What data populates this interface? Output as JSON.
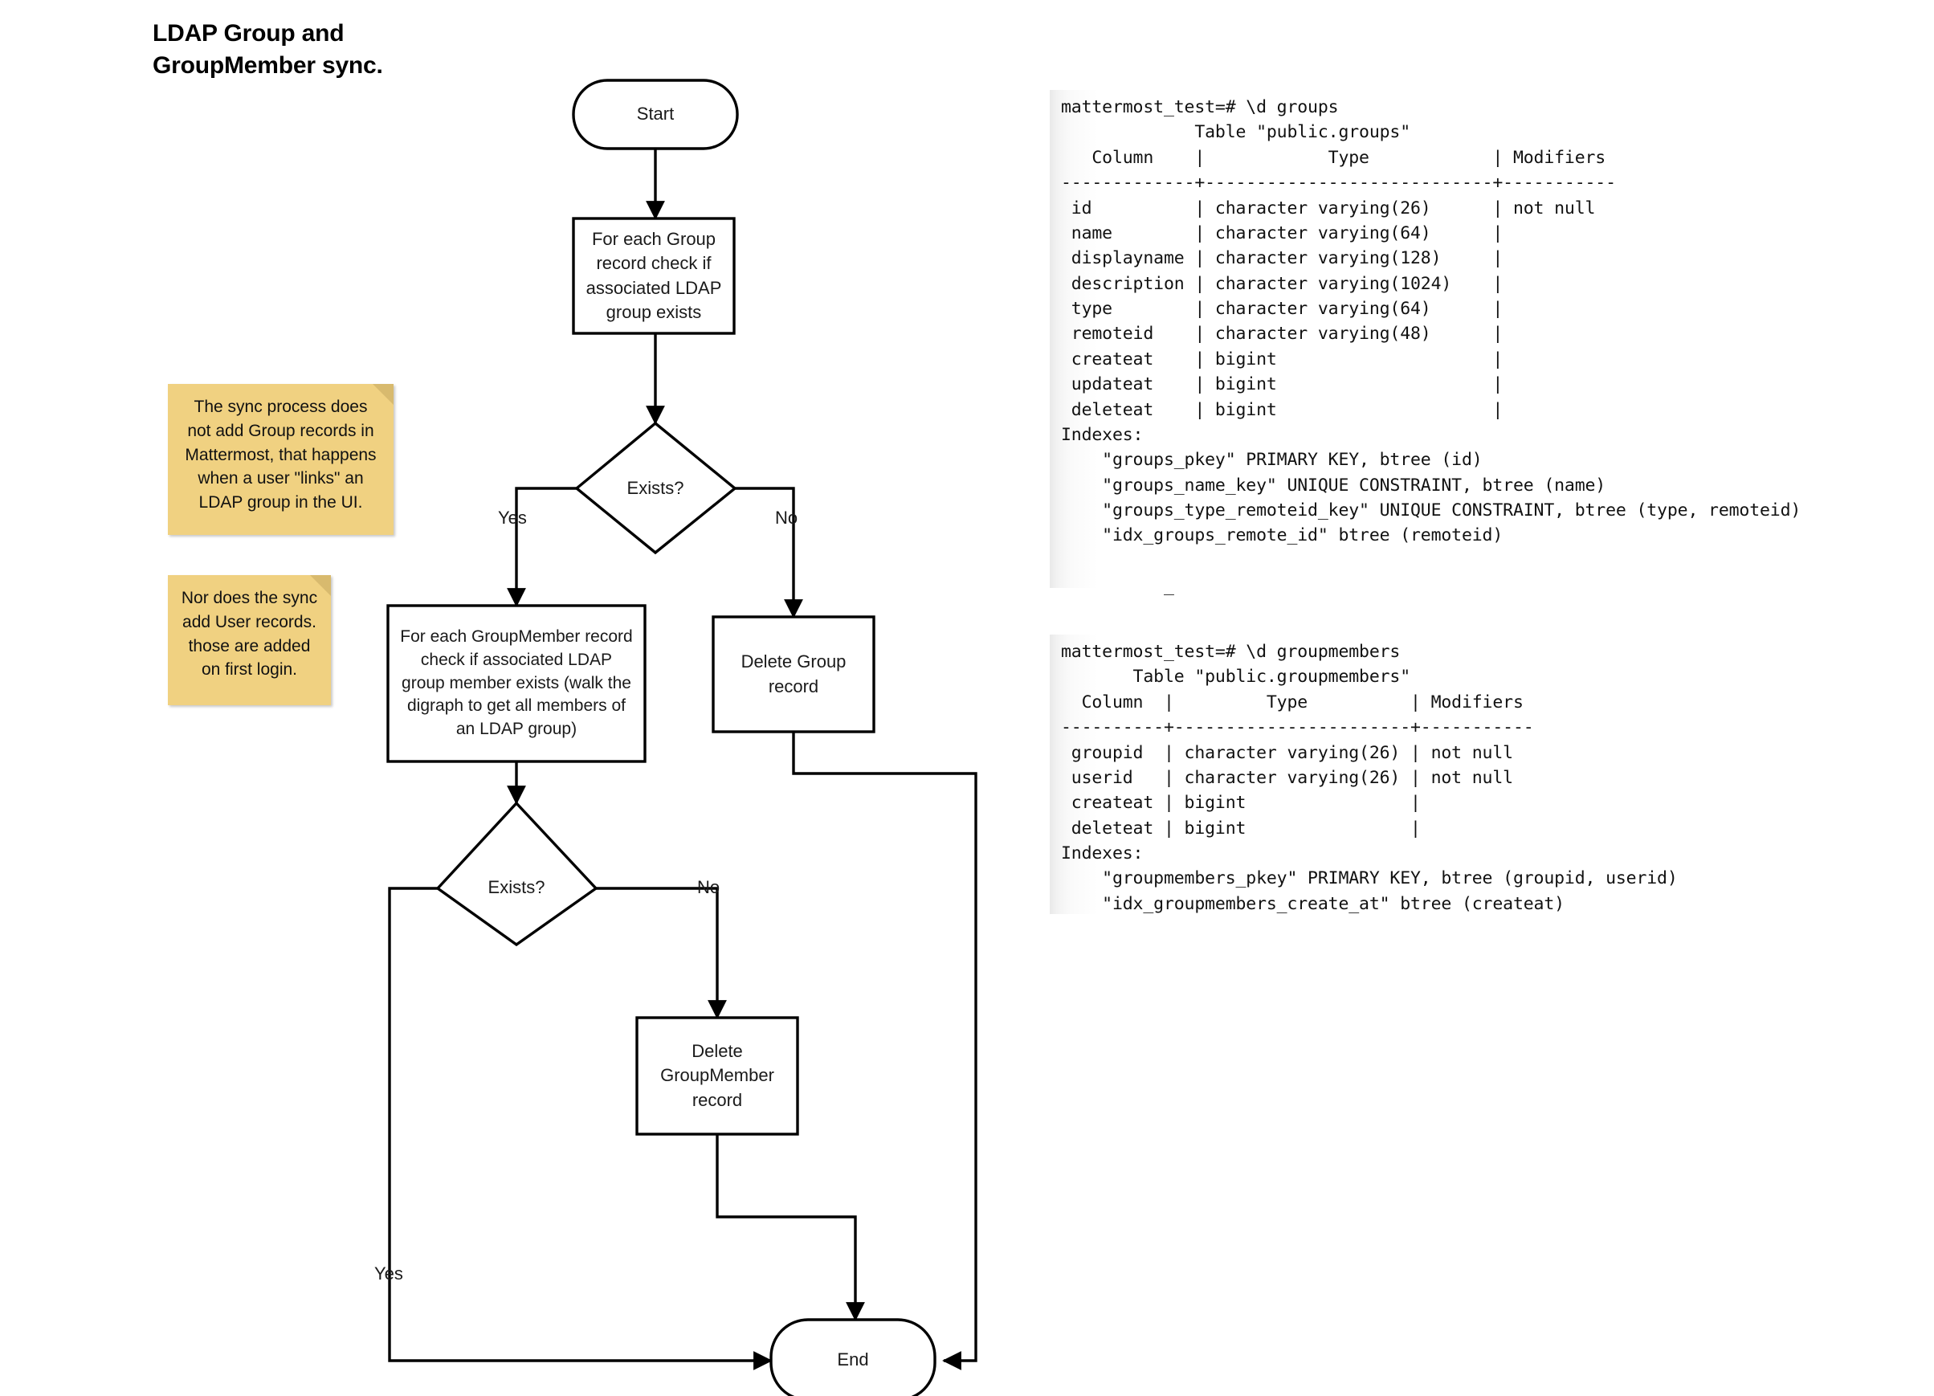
{
  "title": "LDAP Group and\nGroupMember sync.",
  "flowchart": {
    "nodes": {
      "start": "Start",
      "check_group": "For each Group\nrecord check if\nassociated LDAP\ngroup exists",
      "decision_group": "Exists?",
      "check_groupmember": "For each GroupMember record\ncheck if associated LDAP\ngroup member exists (walk the\ndigraph to get all members of\nan LDAP group)",
      "delete_group": "Delete Group\nrecord",
      "decision_member": "Exists?",
      "delete_groupmember": "Delete\nGroupMember\nrecord",
      "end": "End"
    },
    "edge_labels": {
      "group_yes": "Yes",
      "group_no": "No",
      "member_no": "No",
      "member_yes": "Yes"
    }
  },
  "notes": [
    {
      "id": "note-group-records",
      "text": "The sync process does\nnot add Group records in\nMattermost, that happens\nwhen a user \"links\" an\nLDAP group in the UI."
    },
    {
      "id": "note-user-records",
      "text": "Nor does the sync\nadd User records.\nthose are added\non first login."
    }
  ],
  "terminals": [
    {
      "id": "psql-groups",
      "text": "mattermost_test=# \\d groups\n             Table \"public.groups\"\n   Column    |            Type            | Modifiers\n-------------+----------------------------+-----------\n id          | character varying(26)      | not null\n name        | character varying(64)      |\n displayname | character varying(128)     |\n description | character varying(1024)    |\n type        | character varying(64)      |\n remoteid    | character varying(48)      |\n createat    | bigint                     |\n updateat    | bigint                     |\n deleteat    | bigint                     |\nIndexes:\n    \"groups_pkey\" PRIMARY KEY, btree (id)\n    \"groups_name_key\" UNIQUE CONSTRAINT, btree (name)\n    \"groups_type_remoteid_key\" UNIQUE CONSTRAINT, btree (type, remoteid)\n    \"idx_groups_remote_id\" btree (remoteid)\n\n          _"
    },
    {
      "id": "psql-groupmembers",
      "text": "mattermost_test=# \\d groupmembers\n       Table \"public.groupmembers\"\n  Column  |         Type          | Modifiers\n----------+-----------------------+-----------\n groupid  | character varying(26) | not null\n userid   | character varying(26) | not null\n createat | bigint                |\n deleteat | bigint                |\nIndexes:\n    \"groupmembers_pkey\" PRIMARY KEY, btree (groupid, userid)\n    \"idx_groupmembers_create_at\" btree (createat)"
    }
  ],
  "colors": {
    "stroke": "#000000",
    "note_fill": "#f0d181",
    "note_fold": "#d8ba6e",
    "node_fill": "#ffffff"
  }
}
